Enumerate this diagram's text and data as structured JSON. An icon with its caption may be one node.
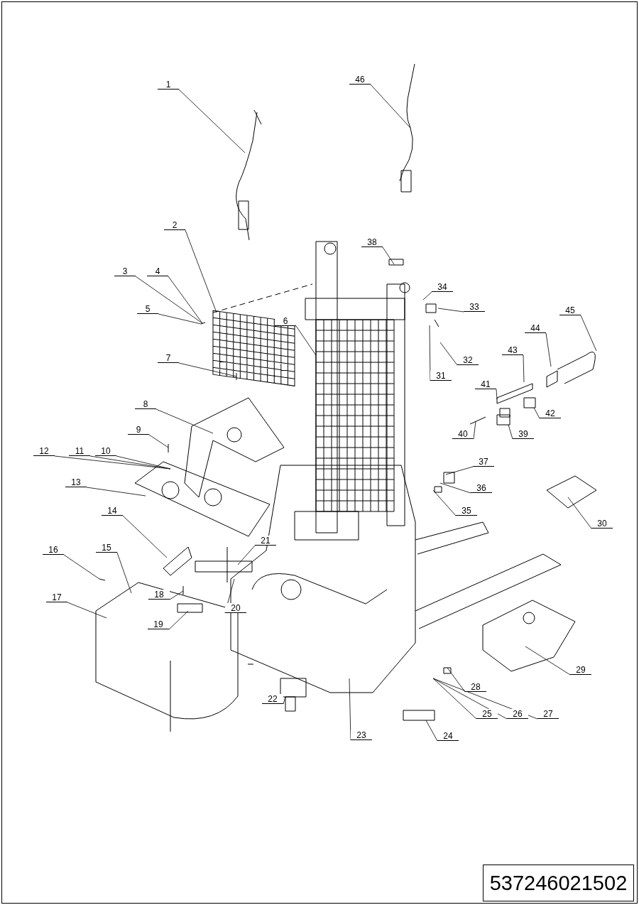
{
  "diagram": {
    "nodes": [
      {
        "text": [
          "1"
        ]
      },
      {
        "text": [
          "2"
        ]
      },
      {
        "text": [
          "3"
        ]
      },
      {
        "text": [
          "4"
        ]
      },
      {
        "text": [
          "5"
        ]
      },
      {
        "text": [
          "6"
        ]
      },
      {
        "text": [
          "7"
        ]
      },
      {
        "text": [
          "8"
        ]
      },
      {
        "text": [
          "9"
        ]
      },
      {
        "text": [
          "10"
        ]
      },
      {
        "text": [
          "11"
        ]
      },
      {
        "text": [
          "12"
        ]
      },
      {
        "text": [
          "13"
        ]
      },
      {
        "text": [
          "14"
        ]
      },
      {
        "text": [
          "15"
        ]
      },
      {
        "text": [
          "16"
        ]
      },
      {
        "text": [
          "17"
        ]
      },
      {
        "text": [
          "18"
        ]
      },
      {
        "text": [
          "19"
        ]
      },
      {
        "text": [
          "20"
        ]
      },
      {
        "text": [
          "21"
        ]
      },
      {
        "text": [
          "22"
        ]
      },
      {
        "text": [
          "23"
        ]
      },
      {
        "text": [
          "24"
        ]
      },
      {
        "text": [
          "25"
        ]
      },
      {
        "text": [
          "26"
        ]
      },
      {
        "text": [
          "27"
        ]
      },
      {
        "text": [
          "28"
        ]
      },
      {
        "text": [
          "29"
        ]
      },
      {
        "text": [
          "30"
        ]
      },
      {
        "text": [
          "31"
        ]
      },
      {
        "text": [
          "32"
        ]
      },
      {
        "text": [
          "33"
        ]
      },
      {
        "text": [
          "34"
        ]
      },
      {
        "text": [
          "35"
        ]
      },
      {
        "text": [
          "36"
        ]
      },
      {
        "text": [
          "37"
        ]
      },
      {
        "text": [
          "38"
        ]
      },
      {
        "text": [
          "39"
        ]
      },
      {
        "text": [
          "40"
        ]
      },
      {
        "text": [
          "41"
        ]
      },
      {
        "text": [
          "42"
        ]
      },
      {
        "text": [
          "43"
        ]
      },
      {
        "text": [
          "44"
        ]
      },
      {
        "text": [
          "45"
        ]
      },
      {
        "text": [
          "46"
        ]
      },
      {
        "text": [
          "537246021502"
        ]
      }
    ],
    "edges": [
      {
        "from": 0,
        "to": null,
        "arrow": "none"
      },
      {
        "from": 1,
        "to": null,
        "arrow": "none"
      },
      {
        "from": 2,
        "to": null,
        "arrow": "none"
      },
      {
        "from": 3,
        "to": null,
        "arrow": "none"
      },
      {
        "from": 4,
        "to": null,
        "arrow": "none"
      },
      {
        "from": 5,
        "to": null,
        "arrow": "none"
      },
      {
        "from": 6,
        "to": null,
        "arrow": "none"
      },
      {
        "from": 7,
        "to": null,
        "arrow": "none"
      },
      {
        "from": 8,
        "to": null,
        "arrow": "none"
      },
      {
        "from": 9,
        "to": null,
        "arrow": "none"
      },
      {
        "from": 10,
        "to": null,
        "arrow": "none"
      },
      {
        "from": 11,
        "to": null,
        "arrow": "none"
      },
      {
        "from": 12,
        "to": null,
        "arrow": "none"
      },
      {
        "from": 13,
        "to": null,
        "arrow": "none"
      },
      {
        "from": 14,
        "to": null,
        "arrow": "none"
      },
      {
        "from": 15,
        "to": null,
        "arrow": "none"
      },
      {
        "from": 16,
        "to": null,
        "arrow": "none"
      },
      {
        "from": 17,
        "to": null,
        "arrow": "none"
      },
      {
        "from": 18,
        "to": null,
        "arrow": "none"
      },
      {
        "from": 19,
        "to": null,
        "arrow": "none"
      },
      {
        "from": 20,
        "to": null,
        "arrow": "none"
      },
      {
        "from": 21,
        "to": null,
        "arrow": "none"
      },
      {
        "from": 22,
        "to": null,
        "arrow": "none"
      },
      {
        "from": 23,
        "to": null,
        "arrow": "none"
      },
      {
        "from": 24,
        "to": null,
        "arrow": "none"
      },
      {
        "from": 25,
        "to": null,
        "arrow": "none"
      },
      {
        "from": 26,
        "to": null,
        "arrow": "none"
      },
      {
        "from": 27,
        "to": null,
        "arrow": "none"
      },
      {
        "from": 28,
        "to": null,
        "arrow": "none"
      },
      {
        "from": 29,
        "to": null,
        "arrow": "none"
      },
      {
        "from": 30,
        "to": null,
        "arrow": "none"
      },
      {
        "from": 31,
        "to": null,
        "arrow": "none"
      },
      {
        "from": 32,
        "to": null,
        "arrow": "none"
      },
      {
        "from": 33,
        "to": null,
        "arrow": "none"
      },
      {
        "from": 34,
        "to": null,
        "arrow": "none"
      },
      {
        "from": 35,
        "to": null,
        "arrow": "none"
      },
      {
        "from": 36,
        "to": null,
        "arrow": "none"
      },
      {
        "from": 37,
        "to": null,
        "arrow": "none"
      },
      {
        "from": 38,
        "to": null,
        "arrow": "none"
      },
      {
        "from": 39,
        "to": null,
        "arrow": "none"
      },
      {
        "from": 40,
        "to": null,
        "arrow": "none"
      },
      {
        "from": 41,
        "to": null,
        "arrow": "none"
      },
      {
        "from": 42,
        "to": null,
        "arrow": "none"
      },
      {
        "from": 43,
        "to": null,
        "arrow": "none"
      },
      {
        "from": 44,
        "to": null,
        "arrow": "none"
      },
      {
        "from": 45,
        "to": null,
        "arrow": "none"
      }
    ]
  }
}
